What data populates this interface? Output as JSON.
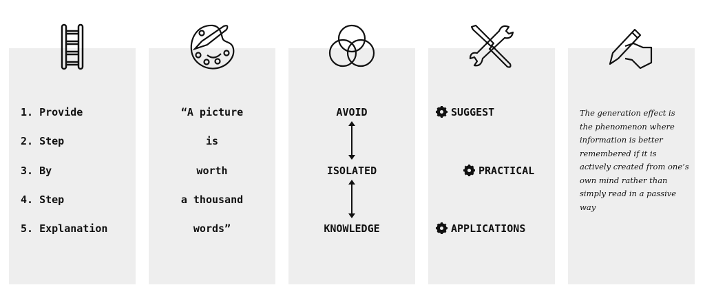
{
  "panels": [
    {
      "icon": "ladder-icon",
      "items": [
        "1. Provide",
        "2. Step",
        "3. By",
        "4. Step",
        "5. Explanation"
      ]
    },
    {
      "icon": "palette-icon",
      "lines": [
        "“A picture",
        "is",
        "worth",
        "a thousand",
        "words”"
      ]
    },
    {
      "icon": "venn-diagram-icon",
      "items": [
        "AVOID",
        "ISOLATED",
        "KNOWLEDGE"
      ]
    },
    {
      "icon": "tools-icon",
      "items": [
        "SUGGEST",
        "PRACTICAL",
        "APPLICATIONS"
      ]
    },
    {
      "icon": "hand-pencil-icon",
      "text": "The generation effect is the phenomenon where information is better remembered if it is actively created from one’s own mind rather than simply read in a passive way"
    }
  ]
}
